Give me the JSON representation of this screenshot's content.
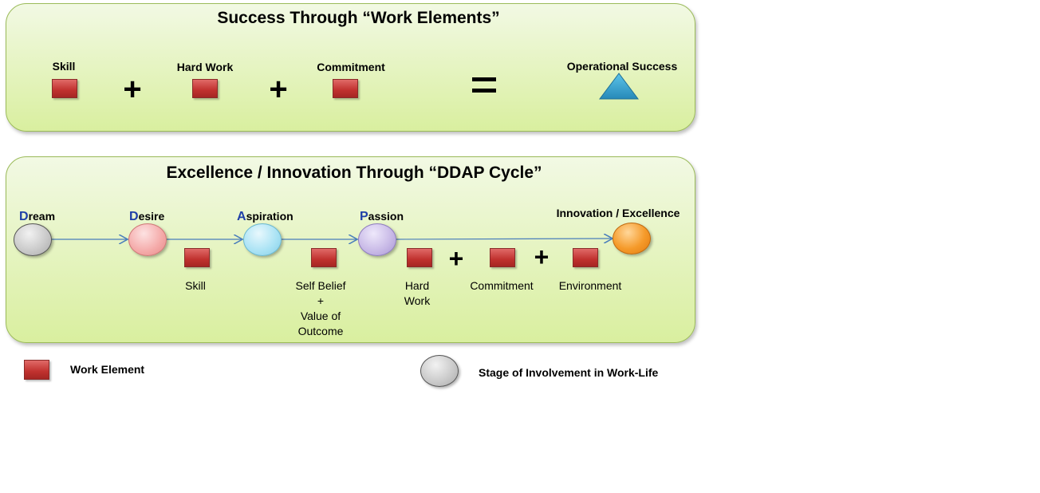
{
  "top_panel": {
    "title": "Success Through “Work Elements”",
    "elements": [
      {
        "label": "Skill"
      },
      {
        "label": "Hard Work"
      },
      {
        "label": "Commitment"
      }
    ],
    "plus": "+",
    "result_label": "Operational Success",
    "colors": {
      "work_element": "#c0312e",
      "result_triangle": "#2e9ccc"
    }
  },
  "bottom_panel": {
    "title": "Excellence / Innovation Through “DDAP Cycle”",
    "stages": [
      {
        "initial": "D",
        "rest": "ream",
        "color": "#c8c8c8"
      },
      {
        "initial": "D",
        "rest": "esire",
        "color": "#f4a9a8"
      },
      {
        "initial": "A",
        "rest": "spiration",
        "color": "#a8e2f4"
      },
      {
        "initial": "P",
        "rest": "assion",
        "color": "#c7b8e6"
      }
    ],
    "final_stage": {
      "label": "Innovation / Excellence",
      "color": "#f0901e"
    },
    "work_labels": {
      "skill": "Skill",
      "self_belief": [
        "Self Belief",
        "+",
        "Value of",
        "Outcome"
      ],
      "hard_work": [
        "Hard",
        "Work"
      ],
      "commitment": "Commitment",
      "environment": "Environment"
    },
    "plus": "+"
  },
  "legend": {
    "work_element": "Work Element",
    "stage": "Stage of Involvement in Work-Life"
  }
}
